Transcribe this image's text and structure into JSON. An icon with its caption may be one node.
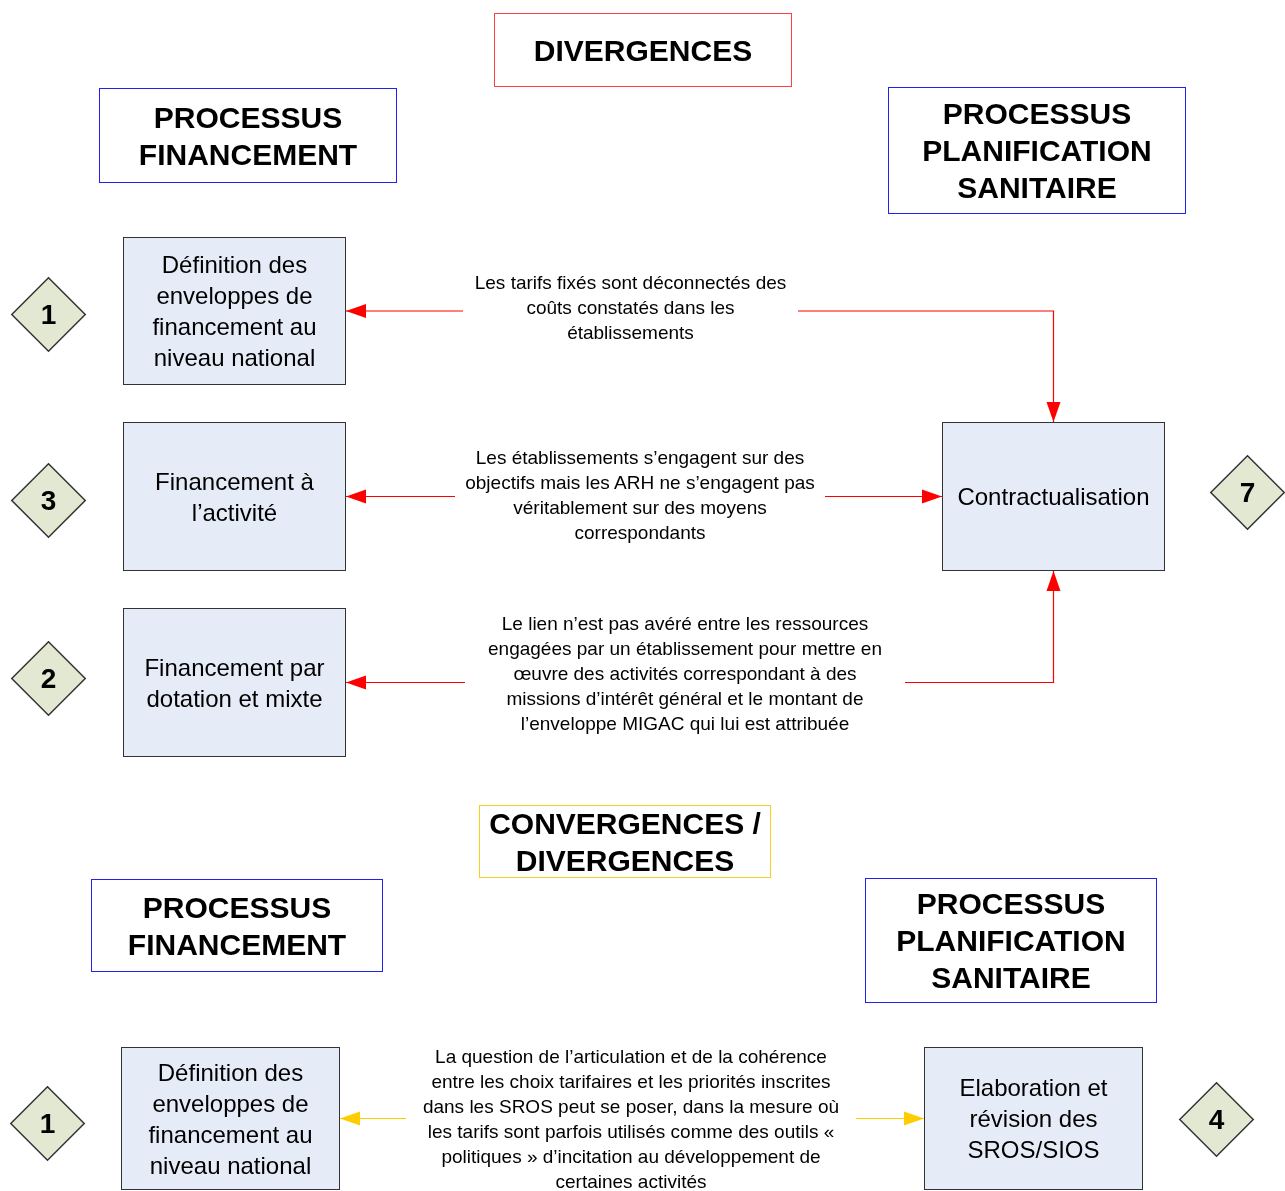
{
  "diagram": {
    "nodes": [
      {
        "text": [
          "DIVERGENCES"
        ]
      },
      {
        "text": [
          "PROCESSUS FINANCEMENT"
        ]
      },
      {
        "text": [
          "PROCESSUS PLANIFICATION SANITAIRE"
        ]
      },
      {
        "text": [
          "1"
        ]
      },
      {
        "text": [
          "Définition des enveloppes de financement au niveau national"
        ]
      },
      {
        "text": [
          "3"
        ]
      },
      {
        "text": [
          "Financement à l’activité"
        ]
      },
      {
        "text": [
          "Contractualisation"
        ]
      },
      {
        "text": [
          "7"
        ]
      },
      {
        "text": [
          "2"
        ]
      },
      {
        "text": [
          "Financement par dotation et mixte"
        ]
      },
      {
        "text": [
          "CONVERGENCES / DIVERGENCES"
        ]
      },
      {
        "text": [
          "PROCESSUS FINANCEMENT"
        ]
      },
      {
        "text": [
          "PROCESSUS PLANIFICATION SANITAIRE"
        ]
      },
      {
        "text": [
          "1"
        ]
      },
      {
        "text": [
          "Définition des enveloppes de financement au niveau national"
        ]
      },
      {
        "text": [
          "Elaboration et révision des SROS/SIOS"
        ]
      },
      {
        "text": [
          "4"
        ]
      }
    ],
    "edges": [
      {
        "from": 7,
        "to": 4,
        "arrow": "both",
        "label": "Les tarifs fixés sont déconnectés des coûts constatés dans les établissements"
      },
      {
        "from": 7,
        "to": 6,
        "arrow": "both",
        "label": "Les établissements s’engagent sur des objectifs mais les ARH ne s’engagent pas véritablement sur des moyens correspondants"
      },
      {
        "from": 7,
        "to": 10,
        "arrow": "both",
        "label": "Le lien n’est pas avéré entre les ressources engagées par un établissement pour mettre en œuvre des activités correspondant à des missions d’intérêt général et le montant de l’enveloppe MIGAC qui lui est attribuée"
      },
      {
        "from": 16,
        "to": 15,
        "arrow": "both",
        "color": "#ffcc00",
        "label": "La question de l’articulation et de la cohérence entre les choix tarifaires et les priorités inscrites dans les SROS peut se poser, dans la mesure où les tarifs sont parfois utilisés comme des outils  « politiques » d’incitation au développement de certaines activités"
      }
    ]
  }
}
